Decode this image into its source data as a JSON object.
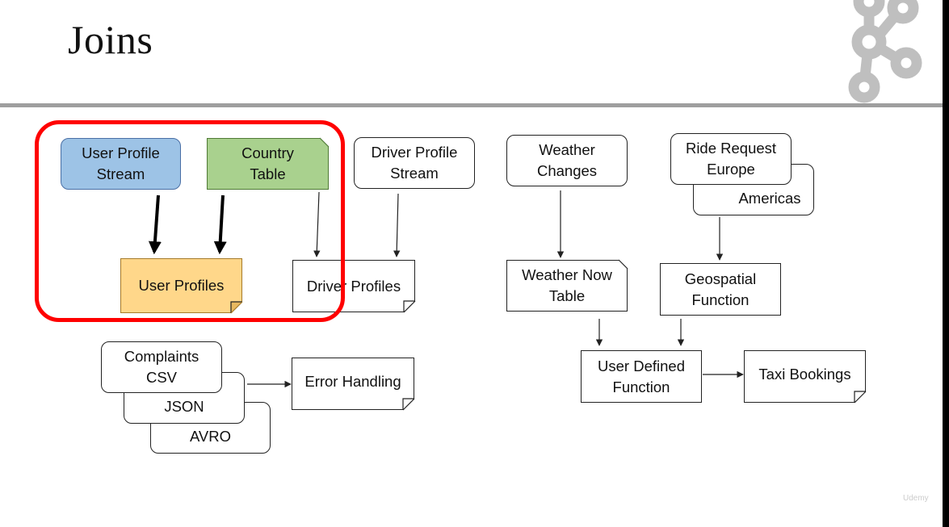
{
  "slide": {
    "title": "Joins",
    "watermark": "Udemy"
  },
  "nodes": {
    "user_profile_stream": "User Profile\nStream",
    "country_table": "Country\nTable",
    "driver_profile_stream": "Driver Profile\nStream",
    "user_profiles": "User Profiles",
    "driver_profiles": "Driver Profiles",
    "weather_changes": "Weather\nChanges",
    "weather_now_table": "Weather Now\nTable",
    "ride_request_europe": "Ride Request\nEurope",
    "ride_request_americas": "Americas",
    "geospatial_function": "Geospatial\nFunction",
    "user_defined_function": "User Defined\nFunction",
    "taxi_bookings": "Taxi Bookings",
    "complaints_csv": "Complaints\nCSV",
    "complaints_json": "JSON",
    "complaints_avro": "AVRO",
    "error_handling": "Error Handling"
  },
  "colors": {
    "user_profile_stream_fill": "#9dc3e6",
    "country_table_fill": "#a9d18e",
    "user_profiles_fill": "#ffd78a",
    "highlight_border": "#ff0000",
    "logo_gray": "#bfbfbf",
    "rule_gray": "#9e9e9e"
  },
  "icons": {
    "logo": "kafka-logo-icon"
  }
}
